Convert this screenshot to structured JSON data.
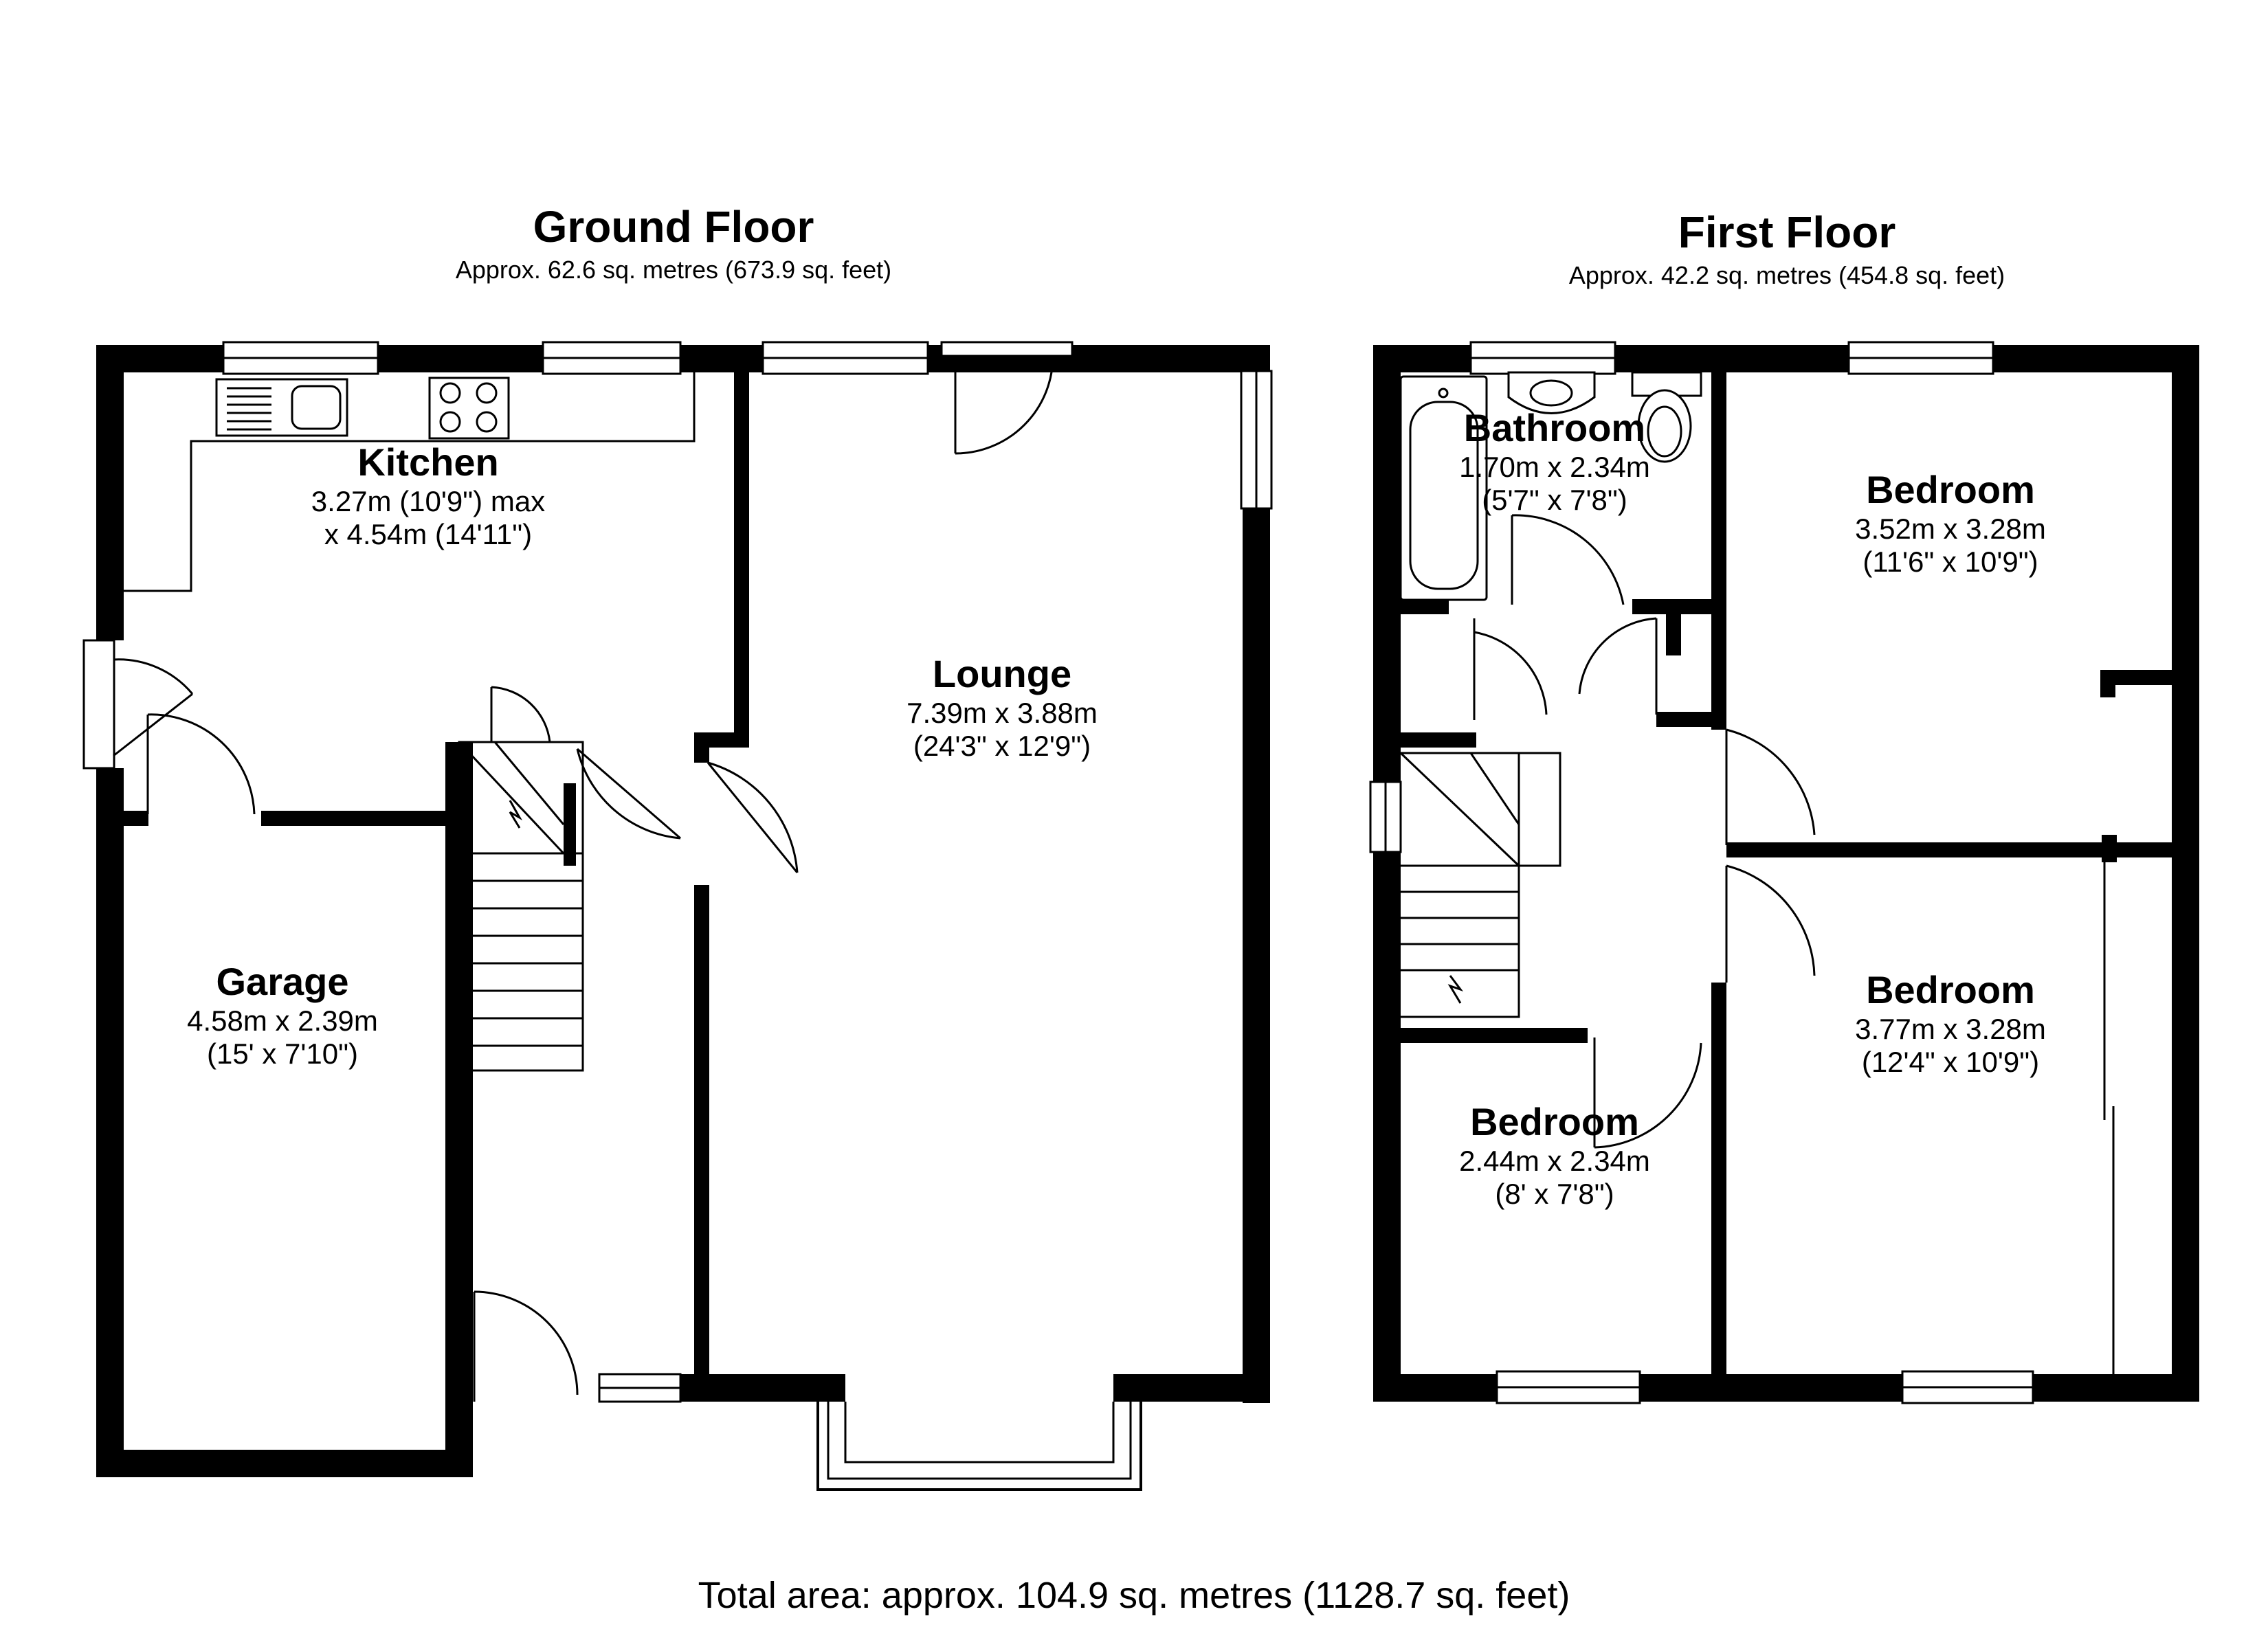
{
  "floors": {
    "ground": {
      "title": "Ground Floor",
      "area": "Approx. 62.6 sq. metres (673.9 sq. feet)",
      "rooms": {
        "kitchen": {
          "name": "Kitchen",
          "dim1": "3.27m (10'9\") max",
          "dim2": "x 4.54m (14'11\")"
        },
        "lounge": {
          "name": "Lounge",
          "dim1": "7.39m x 3.88m",
          "dim2": "(24'3\" x 12'9\")"
        },
        "garage": {
          "name": "Garage",
          "dim1": "4.58m x 2.39m",
          "dim2": "(15' x 7'10\")"
        }
      }
    },
    "first": {
      "title": "First Floor",
      "area": "Approx. 42.2 sq. metres (454.8 sq. feet)",
      "rooms": {
        "bathroom": {
          "name": "Bathroom",
          "dim1": "1.70m x 2.34m",
          "dim2": "(5'7\" x 7'8\")"
        },
        "bedroom_1": {
          "name": "Bedroom",
          "dim1": "3.52m x 3.28m",
          "dim2": "(11'6\" x 10'9\")"
        },
        "bedroom_2": {
          "name": "Bedroom",
          "dim1": "3.77m x 3.28m",
          "dim2": "(12'4\" x 10'9\")"
        },
        "bedroom_3": {
          "name": "Bedroom",
          "dim1": "2.44m x 2.34m",
          "dim2": "(8' x 7'8\")"
        }
      }
    }
  },
  "total_area": "Total area: approx. 104.9 sq. metres (1128.7 sq. feet)",
  "colors": {
    "wall": "#000000",
    "background": "#ffffff"
  },
  "icons": [
    "sink-icon",
    "hob-icon",
    "bath-icon",
    "basin-icon",
    "toilet-icon",
    "door-swing-icon",
    "window-icon",
    "staircase-icon"
  ]
}
